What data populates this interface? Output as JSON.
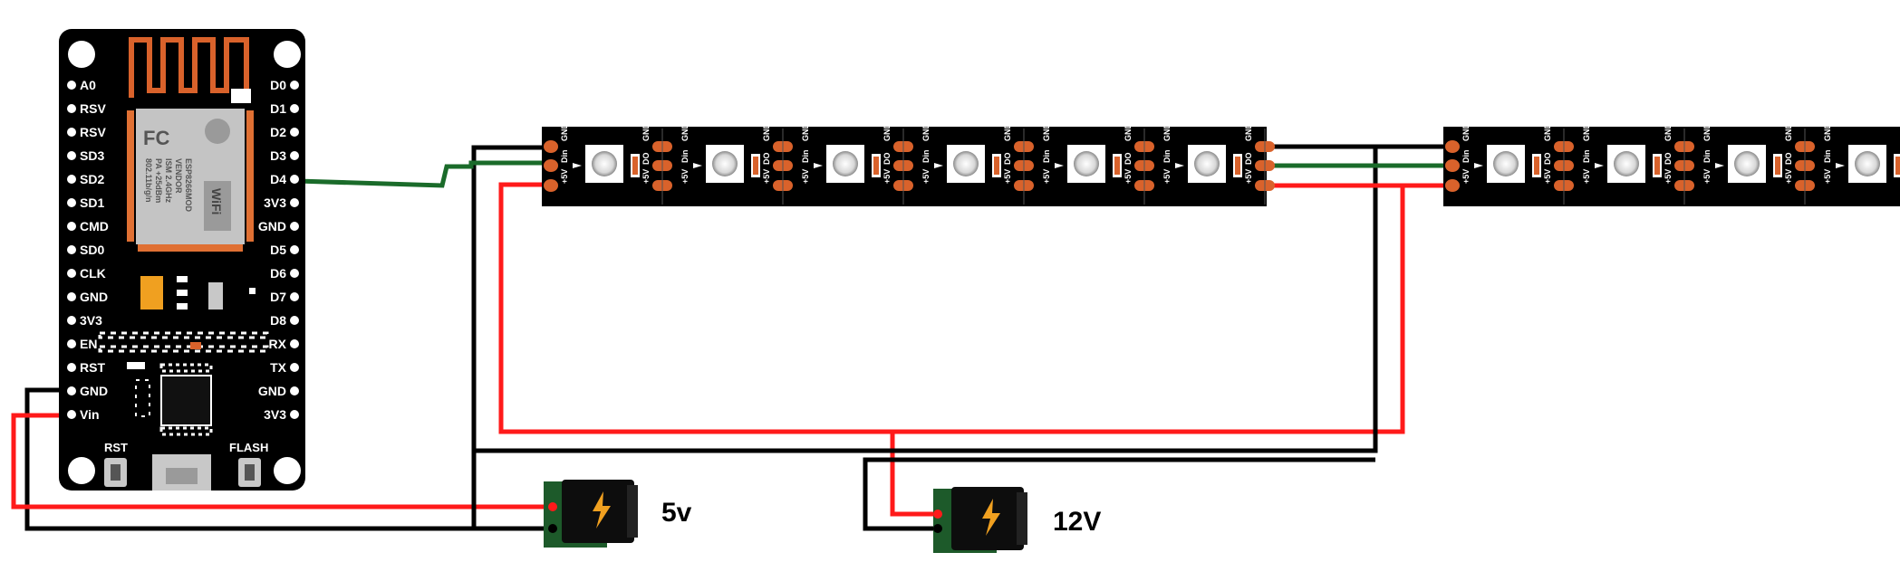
{
  "board": {
    "left_pins": [
      "A0",
      "RSV",
      "RSV",
      "SD3",
      "SD2",
      "SD1",
      "CMD",
      "SD0",
      "CLK",
      "GND",
      "3V3",
      "EN",
      "RST",
      "GND",
      "Vin"
    ],
    "right_pins": [
      "D0",
      "D1",
      "D2",
      "D3",
      "D4",
      "3V3",
      "GND",
      "D5",
      "D6",
      "D7",
      "D8",
      "RX",
      "TX",
      "GND",
      "3V3"
    ],
    "rst_button_label": "RST",
    "flash_button_label": "FLASH",
    "module_label": "ESP8266MOD",
    "module_vendor": "VENDOR",
    "module_text_1": "ISM 2.4GHz",
    "module_text_2": "PA +25dBm",
    "module_text_3": "802.11b/g/n",
    "fc_mark": "FC",
    "wifi_mark": "WiFi"
  },
  "strip": {
    "pad_labels": [
      "GND",
      "Din",
      "+5V",
      "GND",
      "DO",
      "+5V"
    ]
  },
  "power": {
    "supply_5v_label": "5v",
    "supply_12v_label": "12V"
  },
  "colors": {
    "board": "#000000",
    "wire_red": "#ff1a1a",
    "wire_green": "#1a6b2a",
    "wire_black": "#000000",
    "pad_orange": "#d9622b",
    "jack_green": "#1d5a2a"
  }
}
